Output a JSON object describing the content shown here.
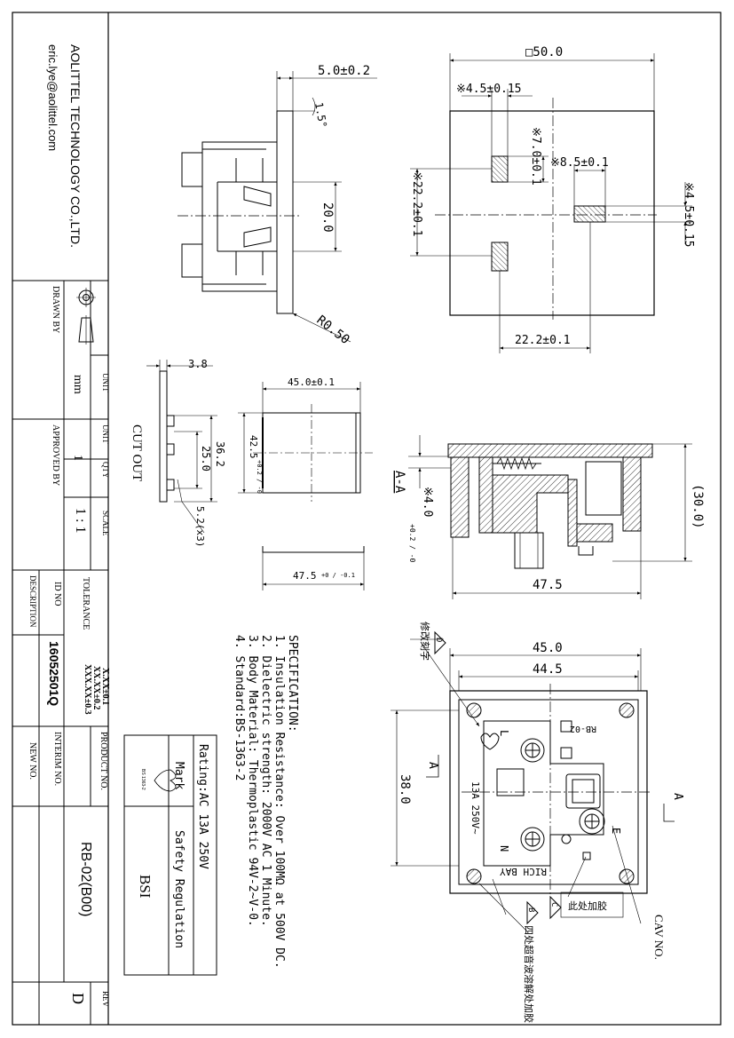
{
  "company": {
    "name": "AOLITTEL TECHNOLOGY CO.,LTD.",
    "email": "eric.lye@aolittel.com"
  },
  "title_block": {
    "drawn_by_label": "DRAWN BY",
    "unit_label": "UNIT",
    "unit_value": "mm",
    "approved_by_label": "APPROVED BY",
    "qty_label": "QTY",
    "unit_label2": "UNIT",
    "qty_value": "1",
    "scale_label": "SCALE",
    "scale_value": "1 : 1",
    "tolerance_label": "TOLERANCE",
    "tolerance_lines": [
      "X.XX±0.1",
      "XX.XX±0.2",
      "XXX.XX±0.3"
    ],
    "description_label": "DESCRIPTION",
    "id_no_label": "ID NO",
    "id_no_value": "16052501Q",
    "product_no_label": "PRODUCT NO.",
    "product_no_value": "RB-02(B00)",
    "interim_no_label": "INTERIM NO.",
    "new_no_label": "NEW NO.",
    "rev_label": "REV",
    "rev_value": "D"
  },
  "top_side_view": {
    "dim_thickness": "5.0±0.2",
    "dim_angle": "1.5°",
    "dim_height": "20.0",
    "dim_radius": "R0.50"
  },
  "top_front_view": {
    "dim_square": "□50.0",
    "dim_slot_w": "※4.5±0.15",
    "dim_slot_h": "※7.0±0.1",
    "dim_earth_l": "※8.5±0.1",
    "dim_earth_w": "※4.5±0.15",
    "dim_pin_pitch": "※22.2±0.1",
    "dim_bottom": "22.2±0.1"
  },
  "cutout": {
    "label": "CUT OUT",
    "dim_3_8": "3.8",
    "dim_36_2": "36.2",
    "dim_25_0": "25.0",
    "dim_5_2": "5.2(x3)",
    "dim_45": "45.0±0.1",
    "dim_42_5": "42.5",
    "dim_42_5_tol": "+0.2 / -0",
    "dim_47_5": "47.5",
    "dim_47_5_tol": "+0 / -0.1"
  },
  "section_view": {
    "label": "A-A",
    "dim_depth": "※4.0",
    "dim_depth_tol": "+0.2 / -0",
    "dim_30": "(30.0)",
    "dim_47_5": "47.5"
  },
  "rear_view": {
    "dim_45": "45.0",
    "dim_44_5": "44.5",
    "dim_38": "38.0",
    "section_marker": "A",
    "model_mark": "RB-02",
    "rating_mark": "13A 250V~",
    "terminal_n": "N",
    "terminal_e": "E",
    "terminal_l": "L",
    "brand_mark": "RICH BAY",
    "note_d_text": "修改刻字",
    "note_d_tag": "D",
    "note_c_text": "此处加胶",
    "note_c_tag": "C",
    "note_b_text": "四处超音波溶解处加胶",
    "note_b_tag": "B",
    "cav_label": "CAV NO."
  },
  "specification": {
    "heading": "SPECIFICATION:",
    "items": [
      "1. Insulation Resistance: Over 100MΩ at 500V DC.",
      "2. Dielectric strength: 2000V AC 1 Minute.",
      "3. Body Material: Thermoplastic 94V-2~V-0.",
      "4. Standard:BS-1363-2"
    ],
    "rating": "Rating:AC 13A 250V",
    "table_mark_header": "Mark",
    "table_regulation_header": "Safety Regulation",
    "table_regulation_value": "BSI",
    "kite_mark_text": "BS 1363-2"
  }
}
